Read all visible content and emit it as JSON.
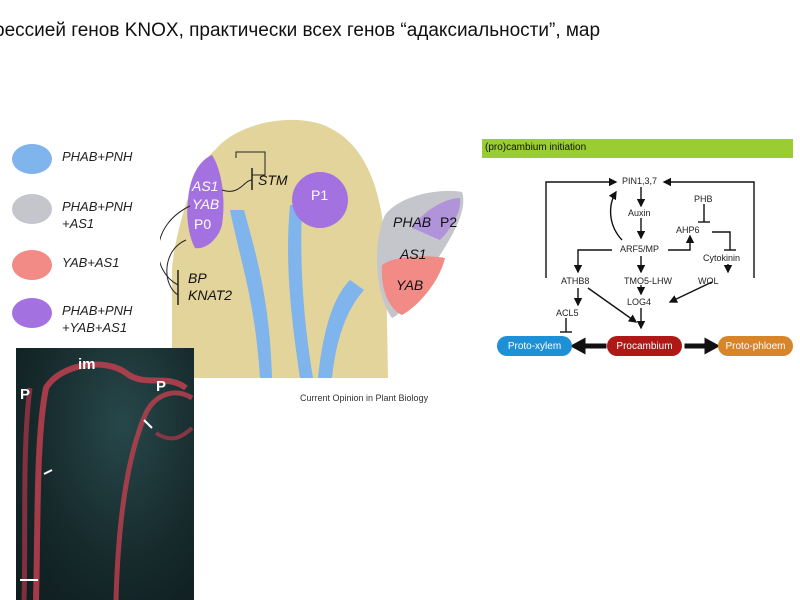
{
  "heading": "рессией генов KNOX, практически всех генов “адаксиальности”, мар",
  "legend": [
    {
      "label": "PHAB+PNH",
      "color": "#7fb4ec"
    },
    {
      "label": "PHAB+PNH\n+AS1",
      "color": "#c4c6cc"
    },
    {
      "label": "YAB+AS1",
      "color": "#f28b86"
    },
    {
      "label": "PHAB+PNH\n+YAB+AS1",
      "color": "#a472e0"
    }
  ],
  "meristem": {
    "p0_genes": [
      "AS1",
      "YAB",
      "P0"
    ],
    "stm": "STM",
    "bp_knat": [
      "BP",
      "KNAT2"
    ],
    "p1": "P1",
    "p2": "P2",
    "p2_genes": [
      "PHAB",
      "AS1",
      "YAB"
    ],
    "caption": "Current Opinion in Plant Biology"
  },
  "micrograph": {
    "labels": [
      "im",
      "P",
      "P"
    ]
  },
  "flowchart": {
    "header": "(pro)cambium initiation",
    "nodes": {
      "pin": "PIN1,3,7",
      "auxin": "Auxin",
      "phb": "PHB",
      "ahp6": "AHP6",
      "arf5": "ARF5/MP",
      "cytokinin": "Cytokinin",
      "athb8": "ATHB8",
      "tmo5": "TMO5-LHW",
      "wol": "WOL",
      "log4": "LOG4",
      "acl5": "ACL5"
    },
    "pills": {
      "xylem": "Proto-xylem",
      "procambium": "Procambium",
      "phloem": "Proto-phloem"
    },
    "colors": {
      "header": "#9acd32",
      "xylem": "#1e90d6",
      "procambium": "#b01818",
      "phloem": "#d8852a"
    }
  }
}
